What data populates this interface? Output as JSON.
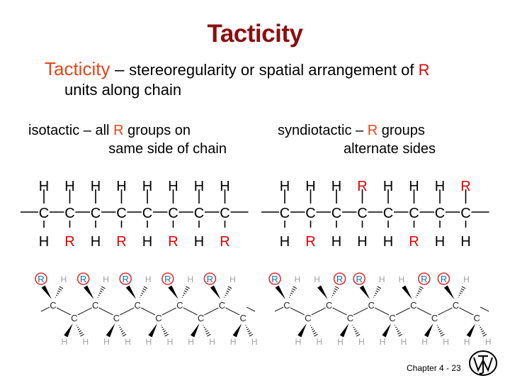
{
  "slide": {
    "title": "Tacticity",
    "definition": {
      "term": "Tacticity",
      "dash": " – ",
      "text_part1": "stereoregularity or spatial arrangement of ",
      "r_letter": "R",
      "text_part2": "units along chain"
    },
    "isotactic": {
      "line1_prefix": "isotactic – all ",
      "r_letter": "R",
      "line1_suffix": " groups on",
      "line2": "same side of chain",
      "top_row": [
        "H",
        "H",
        "H",
        "H",
        "H",
        "H",
        "H",
        "H"
      ],
      "bottom_row": [
        "H",
        "R",
        "H",
        "R",
        "H",
        "R",
        "H",
        "R"
      ]
    },
    "syndiotactic": {
      "line1_prefix": "syndiotactic – ",
      "r_letter": "R",
      "line1_suffix": " groups",
      "line2": "alternate sides",
      "top_row": [
        "H",
        "H",
        "H",
        "R",
        "H",
        "H",
        "H",
        "R"
      ],
      "bottom_row": [
        "H",
        "R",
        "H",
        "H",
        "H",
        "R",
        "H",
        "H"
      ]
    },
    "backbone_atom": "C",
    "colors": {
      "title": "#8b0e0e",
      "term": "#e8431a",
      "r_group": "#e00000",
      "circle_r": "#1a6fb0",
      "circle_ring": "#e03030",
      "grey_h": "#a0a0a0"
    },
    "footer": {
      "chapter": "Chapter 4 -",
      "page": "23",
      "logo": "wiley-logo"
    }
  }
}
